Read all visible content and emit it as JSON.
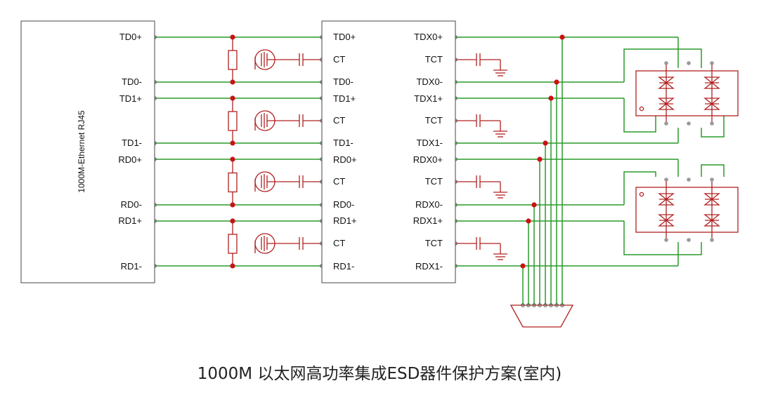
{
  "caption": "1000M 以太网高功率集成ESD器件保护方案(室内)",
  "rj45": {
    "label": "1000M-Ethernet RJ45",
    "pins": [
      "TD0+",
      "TD0-",
      "TD1+",
      "TD1-",
      "RD0+",
      "RD0-",
      "RD1+",
      "RD1-"
    ]
  },
  "transformer": {
    "left_pins": [
      "TD0+",
      "CT",
      "TD0-",
      "TD1+",
      "CT",
      "TD1-",
      "RD0+",
      "CT",
      "RD0-",
      "RD1+",
      "CT",
      "RD1-"
    ],
    "right_pins": [
      "TDX0+",
      "TCT",
      "TDX0-",
      "TDX1+",
      "TCT",
      "TDX1-",
      "RDX0+",
      "TCT",
      "RDX0-",
      "RDX1+",
      "TCT",
      "RDX1-"
    ]
  },
  "colors": {
    "wire": "#2a9a2a",
    "component": "#b02020",
    "junction": "#cc1111"
  },
  "icons": [
    "resistor-icon",
    "gas-discharge-tube-icon",
    "capacitor-icon",
    "ground-icon",
    "tvs-diode-array-icon",
    "connector-icon"
  ]
}
